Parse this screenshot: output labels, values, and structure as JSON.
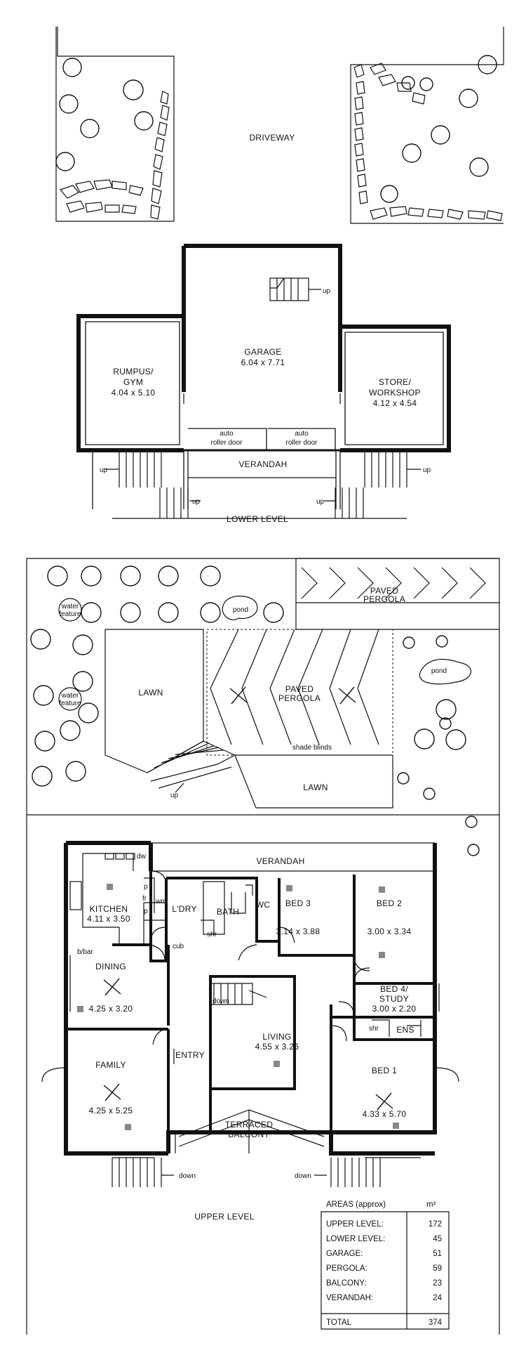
{
  "lower": {
    "driveway": "DRIVEWAY",
    "garage_name": "GARAGE",
    "garage_size": "6.04 x 7.71",
    "rumpus_name1": "RUMPUS/",
    "rumpus_name2": "GYM",
    "rumpus_size": "4.04 x 5.10",
    "store_name1": "STORE/",
    "store_name2": "WORKSHOP",
    "store_size": "4.12 x 4.54",
    "auto": "auto",
    "roller_door": "roller door",
    "verandah": "VERANDAH",
    "up": "up",
    "level_title": "LOWER LEVEL"
  },
  "garden": {
    "paved_pergola_1": "PAVED",
    "paved_pergola_2": "PERGOLA",
    "water_1": "water",
    "water_2": "feature",
    "pond": "pond",
    "lawn": "LAWN",
    "shade_blinds": "shade blinds",
    "up": "up"
  },
  "upper": {
    "verandah": "VERANDAH",
    "kitchen_name": "KITCHEN",
    "kitchen_size": "4.11 x 3.50",
    "dw": "dw",
    "p": "p",
    "fr": "fr",
    "wm": "wm",
    "ldry": "L'DRY",
    "bath": "BATH",
    "wc": "WC",
    "shr": "shr",
    "cub": "cub",
    "bbar": "b/bar",
    "bed3_name": "BED 3",
    "bed3_size": "3.14 x 3.88",
    "bed2_name": "BED 2",
    "bed2_size": "3.00 x 3.34",
    "bed4_name1": "BED 4/",
    "bed4_name2": "STUDY",
    "bed4_size": "3.00 x 2.20",
    "dining_name": "DINING",
    "dining_size": "4.25 x 3.20",
    "down": "down",
    "living_name": "LIVING",
    "living_size": "4.55 x 3.26",
    "ens": "ENS",
    "entry": "ENTRY",
    "family_name": "FAMILY",
    "family_size": "4.25 x 5.25",
    "bed1_name": "BED 1",
    "bed1_size": "4.33 x 5.70",
    "balcony_1": "TERRACED",
    "balcony_2": "BALCONY",
    "level_title": "UPPER LEVEL"
  },
  "areas": {
    "title": "AREAS (approx)",
    "unit": "m²",
    "rows": [
      {
        "label": "UPPER LEVEL:",
        "value": "172"
      },
      {
        "label": "LOWER LEVEL:",
        "value": "45"
      },
      {
        "label": "GARAGE:",
        "value": "51"
      },
      {
        "label": "PERGOLA:",
        "value": "59"
      },
      {
        "label": "BALCONY:",
        "value": "23"
      },
      {
        "label": "VERANDAH:",
        "value": "24"
      }
    ],
    "total_label": "TOTAL",
    "total_value": "374"
  }
}
